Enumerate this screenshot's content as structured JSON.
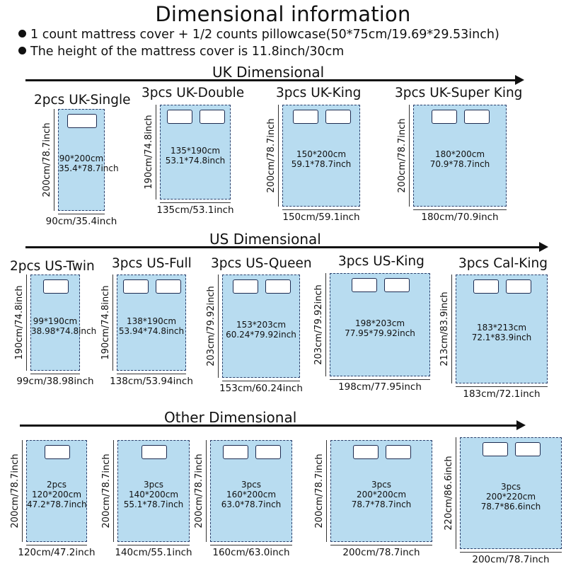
{
  "title": "Dimensional information",
  "notes": [
    "1 count mattress cover + 1/2 counts pillowcase(50*75cm/19.69*29.53inch)",
    "The height of the mattress cover is 11.8inch/30cm"
  ],
  "sections": [
    {
      "title": "UK Dimensional",
      "items": [
        {
          "title": "2pcs UK-Single",
          "pillows": 1,
          "lines": [
            "90*200cm",
            "35.4*78.7inch"
          ],
          "width_label": "90cm/35.4inch",
          "height_label": "200cm/78.7inch"
        },
        {
          "title": "3pcs UK-Double",
          "pillows": 2,
          "lines": [
            "135*190cm",
            "53.1*74.8inch"
          ],
          "width_label": "135cm/53.1inch",
          "height_label": "190cm/74.8inch"
        },
        {
          "title": "3pcs UK-King",
          "pillows": 2,
          "lines": [
            "150*200cm",
            "59.1*78.7inch"
          ],
          "width_label": "150cm/59.1inch",
          "height_label": "200cm/78.7inch"
        },
        {
          "title": "3pcs UK-Super King",
          "pillows": 2,
          "lines": [
            "180*200cm",
            "70.9*78.7inch"
          ],
          "width_label": "180cm/70.9inch",
          "height_label": "200cm/78.7inch"
        }
      ]
    },
    {
      "title": "US Dimensional",
      "items": [
        {
          "title": "2pcs US-Twin",
          "pillows": 1,
          "lines": [
            "99*190cm",
            "38.98*74.8inch"
          ],
          "width_label": "99cm/38.98inch",
          "height_label": "190cm/74.8inch"
        },
        {
          "title": "3pcs US-Full",
          "pillows": 2,
          "lines": [
            "138*190cm",
            "53.94*74.8inch"
          ],
          "width_label": "138cm/53.94inch",
          "height_label": "190cm/74.8inch"
        },
        {
          "title": "3pcs US-Queen",
          "pillows": 2,
          "lines": [
            "153*203cm",
            "60.24*79.92inch"
          ],
          "width_label": "153cm/60.24inch",
          "height_label": "203cm/79.92inch"
        },
        {
          "title": "3pcs US-King",
          "pillows": 2,
          "lines": [
            "198*203cm",
            "77.95*79.92inch"
          ],
          "width_label": "198cm/77.95inch",
          "height_label": "203cm/79.92inch"
        },
        {
          "title": "3pcs Cal-King",
          "pillows": 2,
          "lines": [
            "183*213cm",
            "72.1*83.9inch"
          ],
          "width_label": "183cm/72.1inch",
          "height_label": "213cm/83.9inch"
        }
      ]
    },
    {
      "title": "Other Dimensional",
      "items": [
        {
          "title": "",
          "pillows": 1,
          "lines": [
            "2pcs",
            "120*200cm",
            "47.2*78.7inch"
          ],
          "width_label": "120cm/47.2inch",
          "height_label": "200cm/78.7inch"
        },
        {
          "title": "",
          "pillows": 1,
          "lines": [
            "3pcs",
            "140*200cm",
            "55.1*78.7inch"
          ],
          "width_label": "140cm/55.1inch",
          "height_label": "200cm/78.7inch"
        },
        {
          "title": "",
          "pillows": 2,
          "lines": [
            "3pcs",
            "160*200cm",
            "63.0*78.7inch"
          ],
          "width_label": "160cm/63.0inch",
          "height_label": "200cm/78.7inch"
        },
        {
          "title": "",
          "pillows": 2,
          "lines": [
            "3pcs",
            "200*200cm",
            "78.7*78.7inch"
          ],
          "width_label": "200cm/78.7inch",
          "height_label": "200cm/78.7inch"
        },
        {
          "title": "",
          "pillows": 2,
          "lines": [
            "3pcs",
            "200*220cm",
            "78.7*86.6inch"
          ],
          "width_label": "200cm/78.7inch",
          "height_label": "220cm/86.6inch"
        }
      ]
    }
  ],
  "colors": {
    "sheet": "#b8dcf0",
    "border": "#2b3f6b",
    "text": "#111111"
  }
}
